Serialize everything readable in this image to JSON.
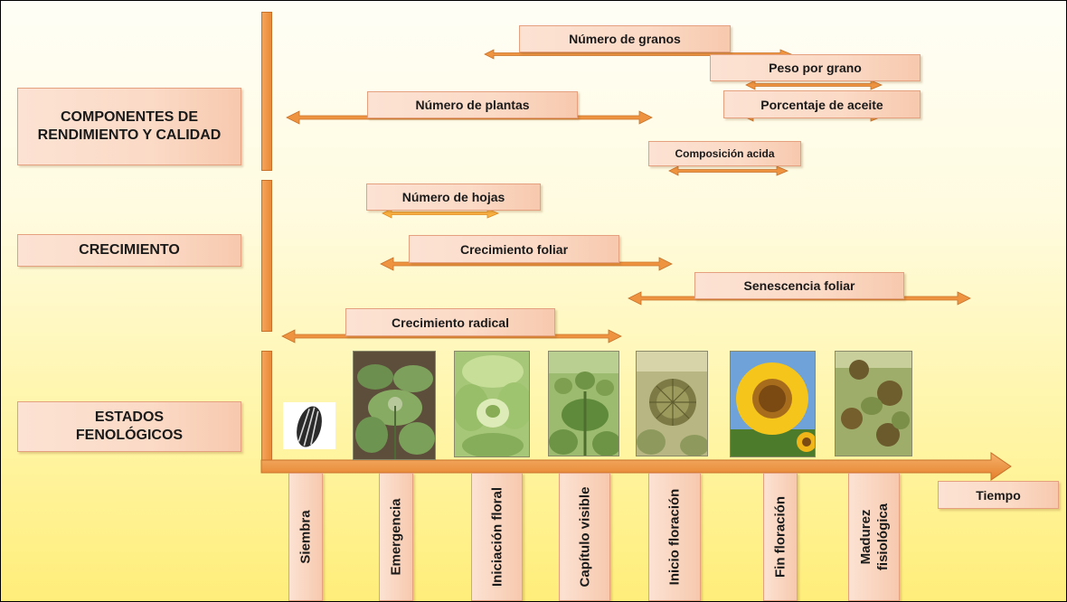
{
  "categories": {
    "yield": "COMPONENTES DE RENDIMIENTO Y CALIDAD",
    "growth": "CRECIMIENTO",
    "stages": "ESTADOS FENOLÓGICOS"
  },
  "processes": {
    "grains_number": "Número de granos",
    "grain_weight": "Peso por grano",
    "plants_number": "Número de plantas",
    "oil_percentage": "Porcentaje de aceite",
    "acid_composition": "Composición acida",
    "leaves_number": "Número de hojas",
    "leaf_growth": "Crecimiento foliar",
    "leaf_senescence": "Senescencia foliar",
    "root_growth": "Crecimiento radical"
  },
  "axis": {
    "time_label": "Tiempo"
  },
  "stages": [
    "Siembra",
    "Emergencia",
    "Iniciación floral",
    "Capítulo visible",
    "Inicio floración",
    "Fin floración",
    "Madurez fisiológica"
  ],
  "photos": [
    "seed-photo",
    "emergence-photo",
    "floral-initiation-photo",
    "visible-head-photo",
    "flowering-start-photo",
    "flowering-end-photo",
    "maturity-photo"
  ],
  "colors": {
    "arrow": "#ee9440",
    "arrow_dark": "#c7712a",
    "label_fill": "#fbdac6",
    "label_border": "#e5a17f",
    "background_top": "#fffef6",
    "background_bottom": "#ffee7a"
  }
}
